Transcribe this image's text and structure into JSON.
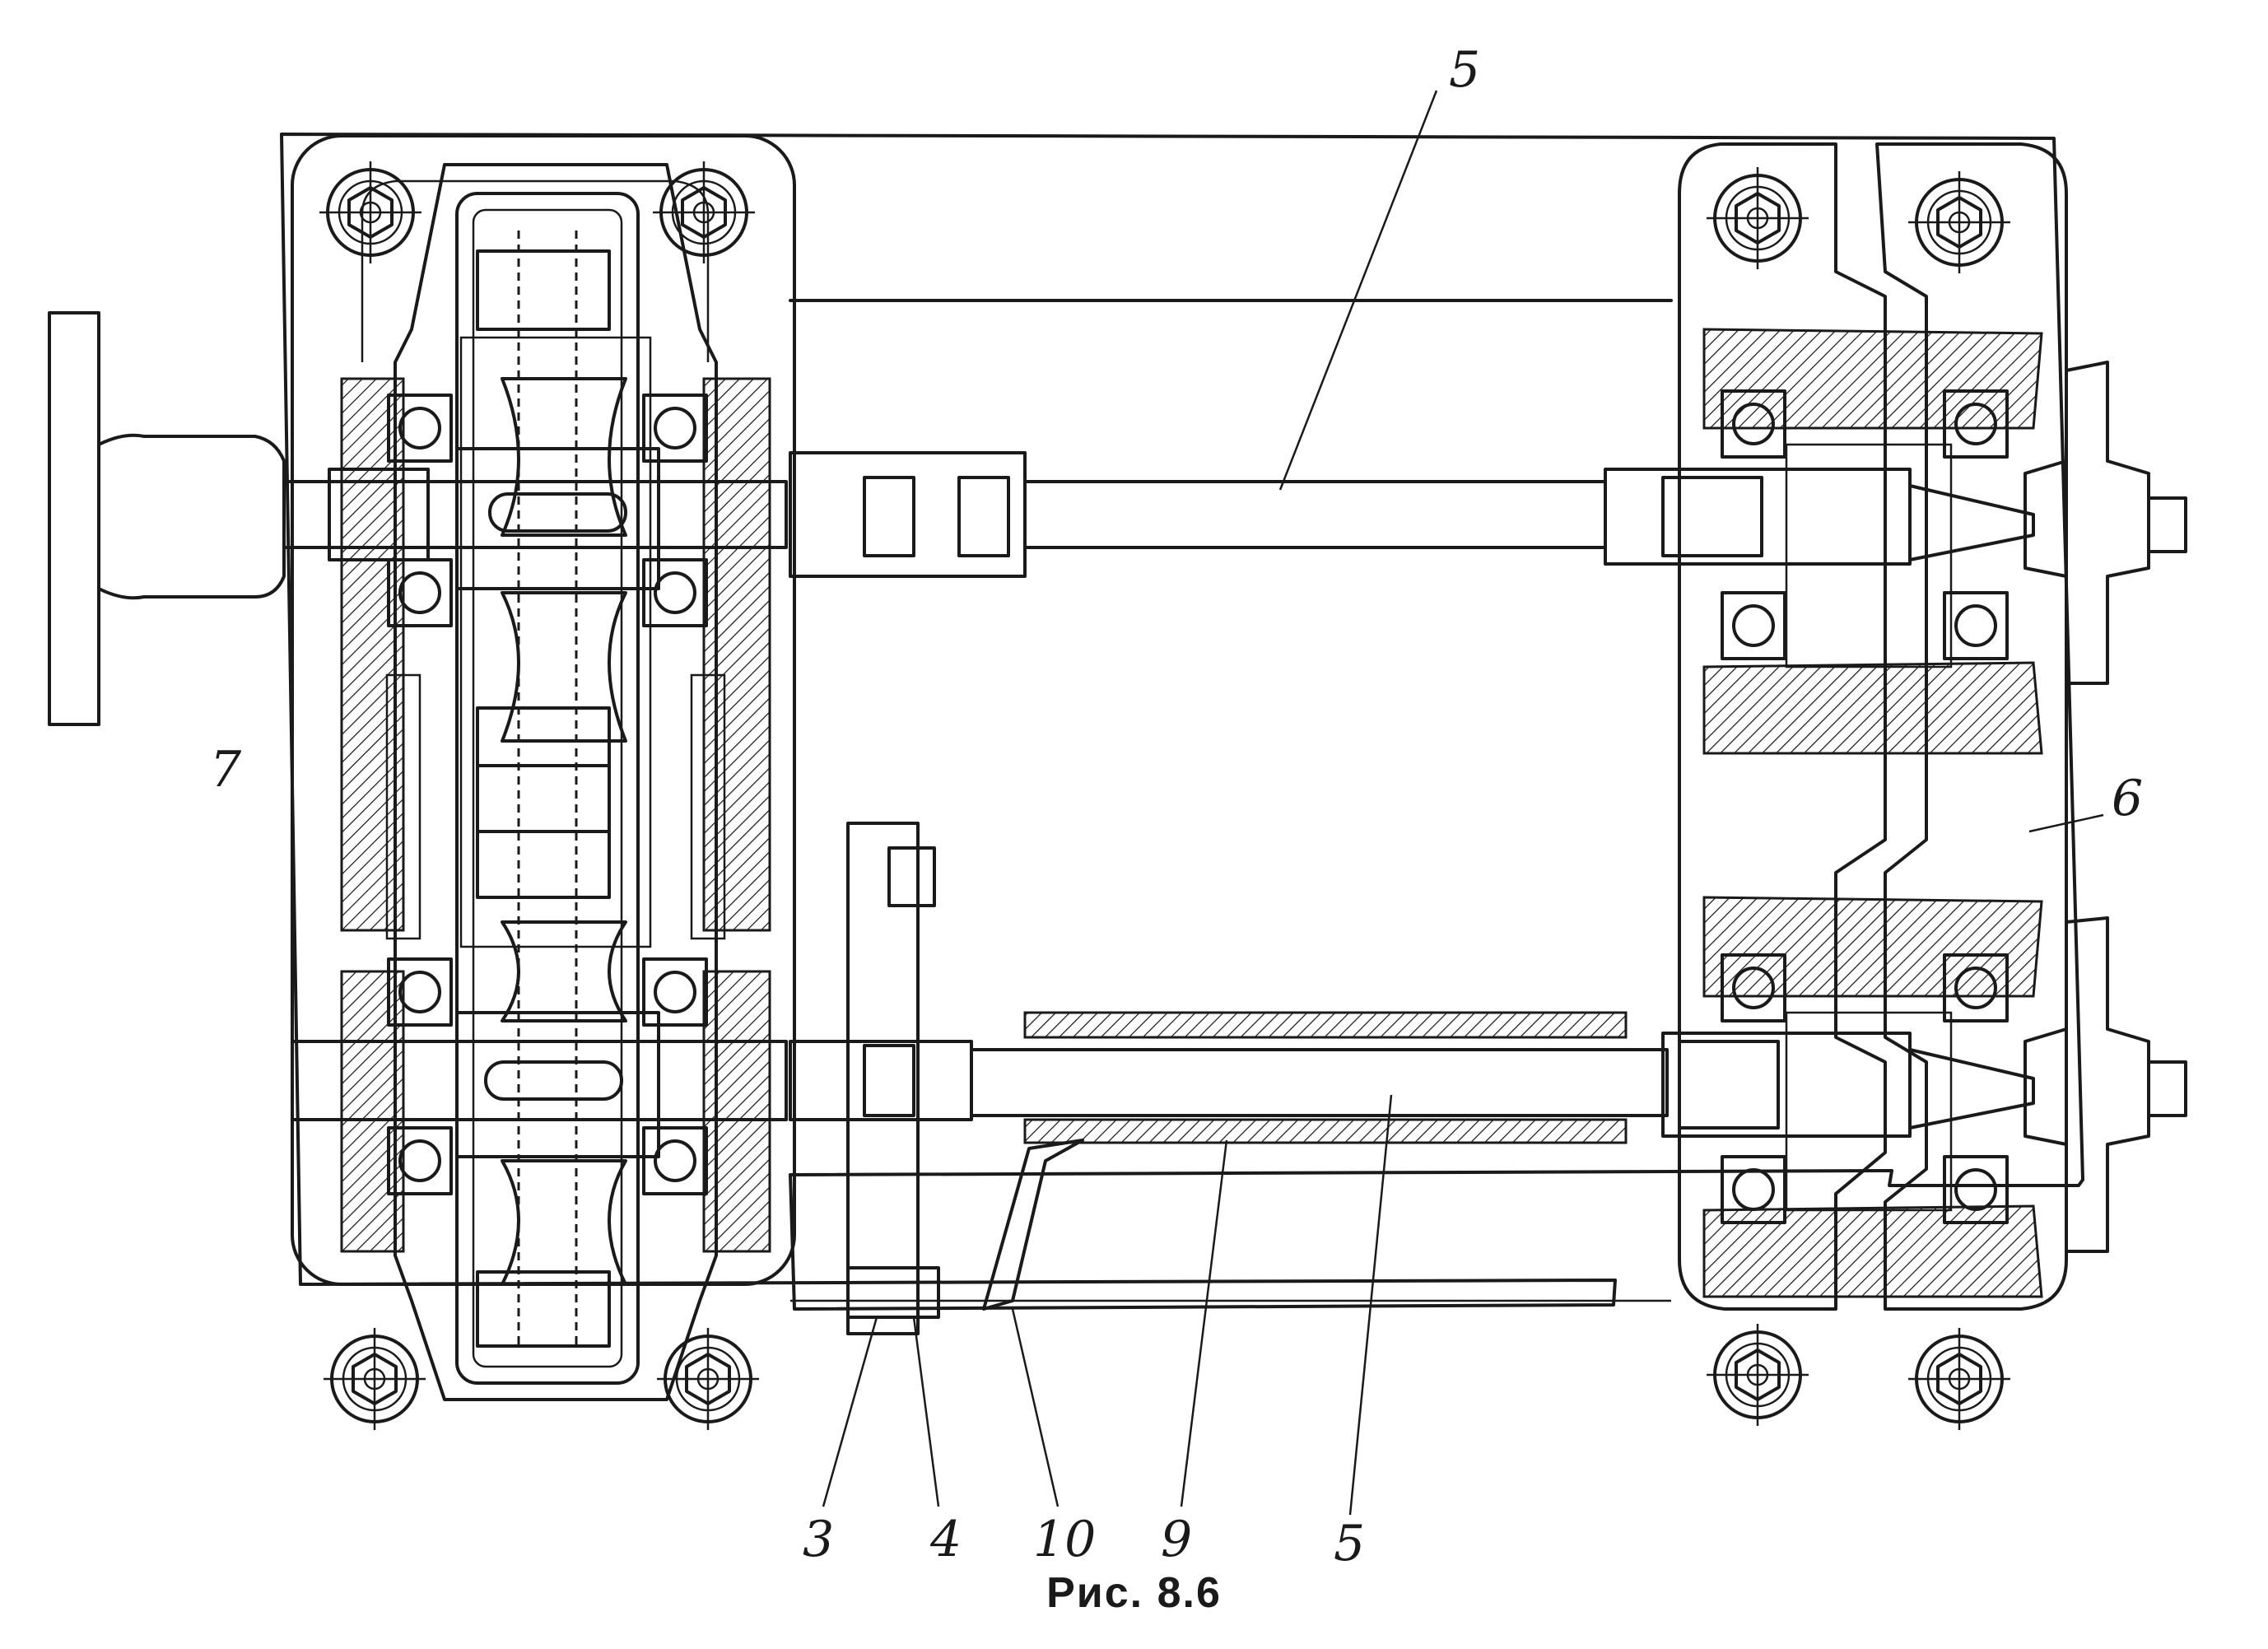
{
  "figure": {
    "caption": "Рис. 8.6",
    "labels": {
      "label_5_top": "5",
      "label_7": "7",
      "label_6": "6",
      "label_3": "3",
      "label_4": "4",
      "label_10": "10",
      "label_9": "9",
      "label_5_bottom": "5"
    }
  }
}
